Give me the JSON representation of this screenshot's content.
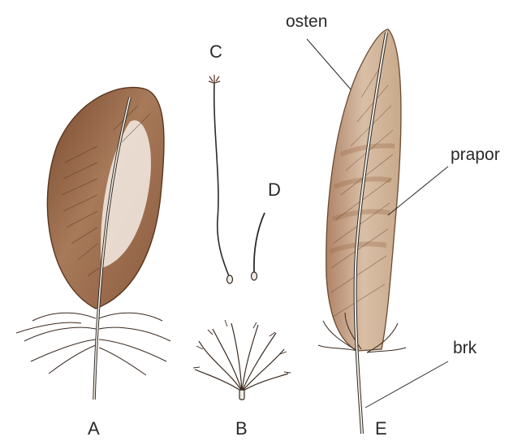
{
  "labels": {
    "a": "A",
    "b": "B",
    "c": "C",
    "d": "D",
    "e": "E",
    "osten": "osten",
    "prapor": "prapor",
    "brk": "brk"
  },
  "colors": {
    "ink": "#2a2a2a",
    "feather_brown": "#8a5a3c",
    "feather_light": "#c9a98a",
    "feather_pale": "#e8d8c8",
    "shaft": "#f2ece4"
  }
}
